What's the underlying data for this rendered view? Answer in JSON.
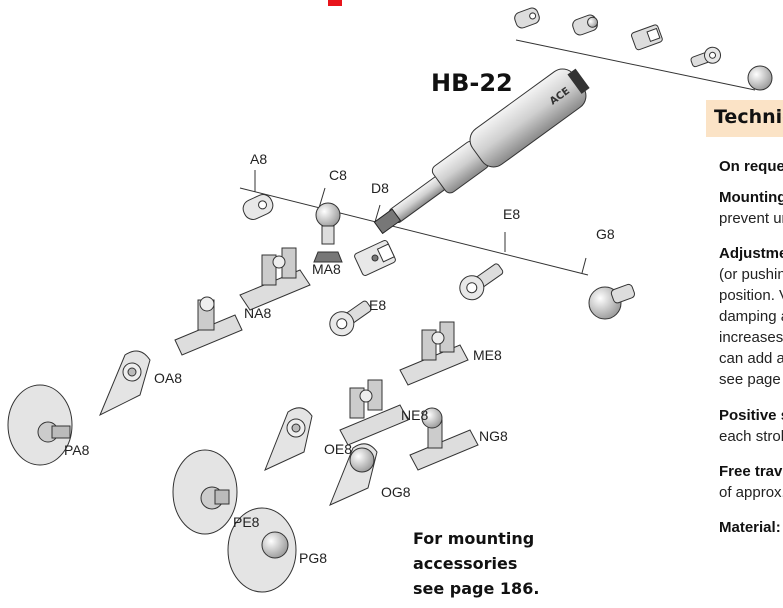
{
  "title": "HB-22",
  "fittings": {
    "A8": "A8",
    "C8": "C8",
    "D8": "D8",
    "E8": "E8",
    "G8": "G8",
    "E8b": "E8",
    "MA8": "MA8",
    "NA8": "NA8",
    "OA8": "OA8",
    "PA8": "PA8",
    "ME8": "ME8",
    "NE8": "NE8",
    "NG8": "NG8",
    "OE8": "OE8",
    "OG8": "OG8",
    "PE8": "PE8",
    "PG8": "PG8"
  },
  "note": [
    "For mounting",
    "accessories",
    "see page 186."
  ],
  "sidebar": {
    "heading": "Technic",
    "lines": [
      {
        "text": "On reque",
        "bold": true
      },
      {
        "text": "Mounting",
        "bold": true
      },
      {
        "text": "prevent ur",
        "bold": false
      },
      {
        "text": "Adjustme",
        "bold": true
      },
      {
        "text": "(or pushin",
        "bold": false
      },
      {
        "text": "position. V",
        "bold": false
      },
      {
        "text": "damping a",
        "bold": false
      },
      {
        "text": "increases",
        "bold": false
      },
      {
        "text": "can add a",
        "bold": false
      },
      {
        "text": "see page",
        "bold": false
      },
      {
        "text": "Positive s",
        "bold": true
      },
      {
        "text": "each strok",
        "bold": false
      },
      {
        "text": "Free trave",
        "bold": true
      },
      {
        "text": "of approx.",
        "bold": false
      },
      {
        "text": "Material:",
        "bold": true
      }
    ]
  },
  "colors": {
    "accent_red": "#e8141b",
    "heading_band": "#fbe3c6"
  }
}
